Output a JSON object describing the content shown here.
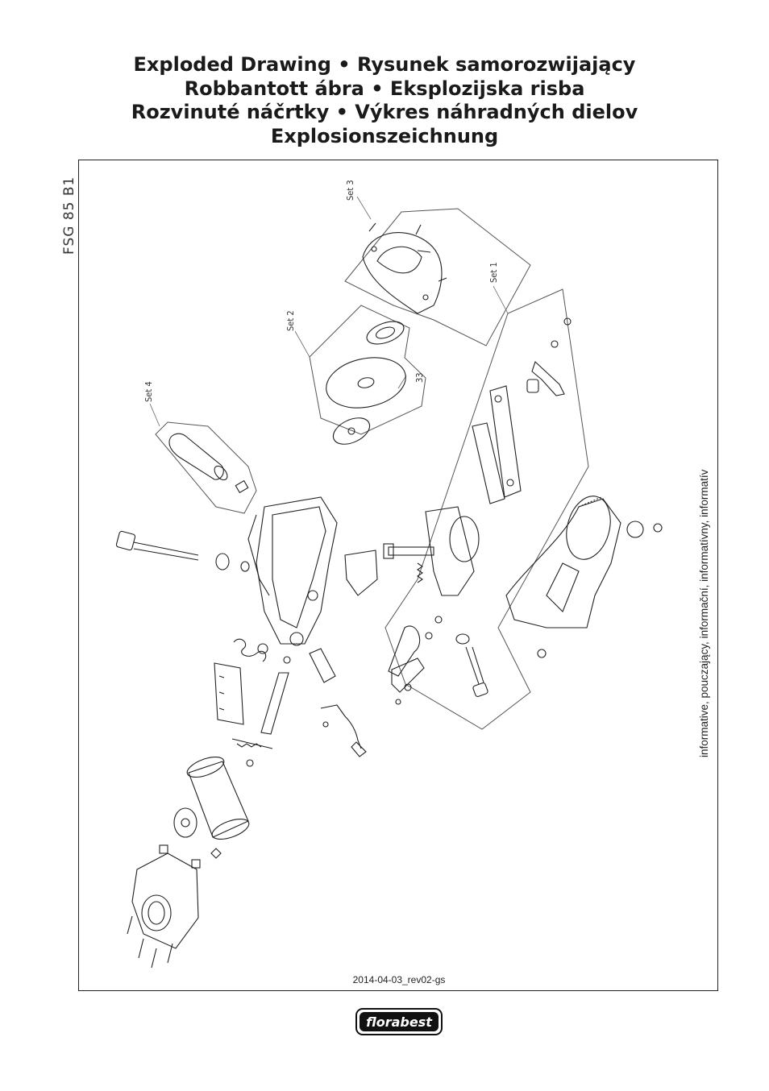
{
  "title_lines": [
    "Exploded Drawing • Rysunek samorozwijający",
    "Robbantott ábra • Eksplozijska risba",
    "Rozvinuté náčrtky • Výkres náhradných dielov",
    "Explosionszeichnung"
  ],
  "model": "FSG 85 B1",
  "side_note": "informative, pouczający, informační, informatívny, informatív",
  "sets": {
    "set1": "Set 1",
    "set2": "Set 2",
    "set3": "Set 3",
    "set4": "Set 4"
  },
  "part_number": "33",
  "revision": "2014-04-03_rev02-gs",
  "logo_text": "florabest"
}
